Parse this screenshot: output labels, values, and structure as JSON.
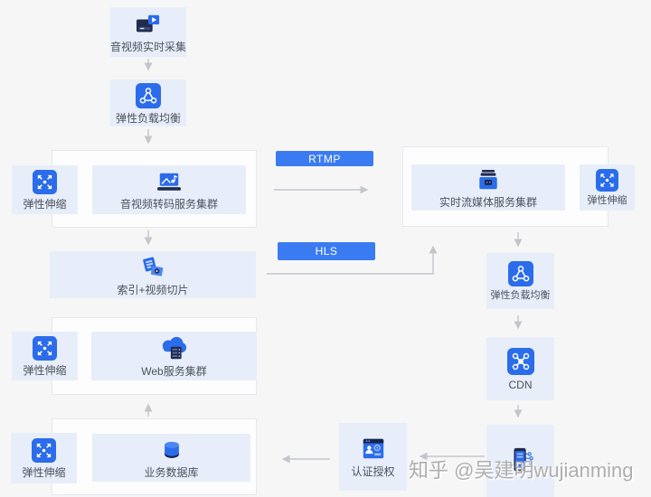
{
  "diagram": {
    "watermark": "知乎 @吴建明wujianming",
    "protocols": {
      "rtmp": "RTMP",
      "hls": "HLS"
    },
    "nodes": {
      "capture": {
        "label": "音视频实时采集"
      },
      "elb_top": {
        "label": "弹性负载均衡"
      },
      "scaling_transcode": {
        "label": "弹性伸缩"
      },
      "transcode": {
        "label": "音视频转码服务集群"
      },
      "index_slice": {
        "label": "索引+视频切片"
      },
      "scaling_web": {
        "label": "弹性伸缩"
      },
      "web": {
        "label": "Web服务集群"
      },
      "scaling_db": {
        "label": "弹性伸缩"
      },
      "db": {
        "label": "业务数据库"
      },
      "stream": {
        "label": "实时流媒体服务集群"
      },
      "scaling_stream": {
        "label": "弹性伸缩"
      },
      "elb_right": {
        "label": "弹性负载均衡"
      },
      "cdn": {
        "label": "CDN"
      },
      "auth": {
        "label": "认证授权"
      }
    },
    "colors": {
      "canvas_bg": "#f7f6f6",
      "node_bg": "#e7eef9",
      "accent_blue": "#2b6cea",
      "dark_navy": "#1f2a4e",
      "protocol_bg": "#3b7bf2",
      "arrow_gray": "#c2c6cc"
    }
  }
}
